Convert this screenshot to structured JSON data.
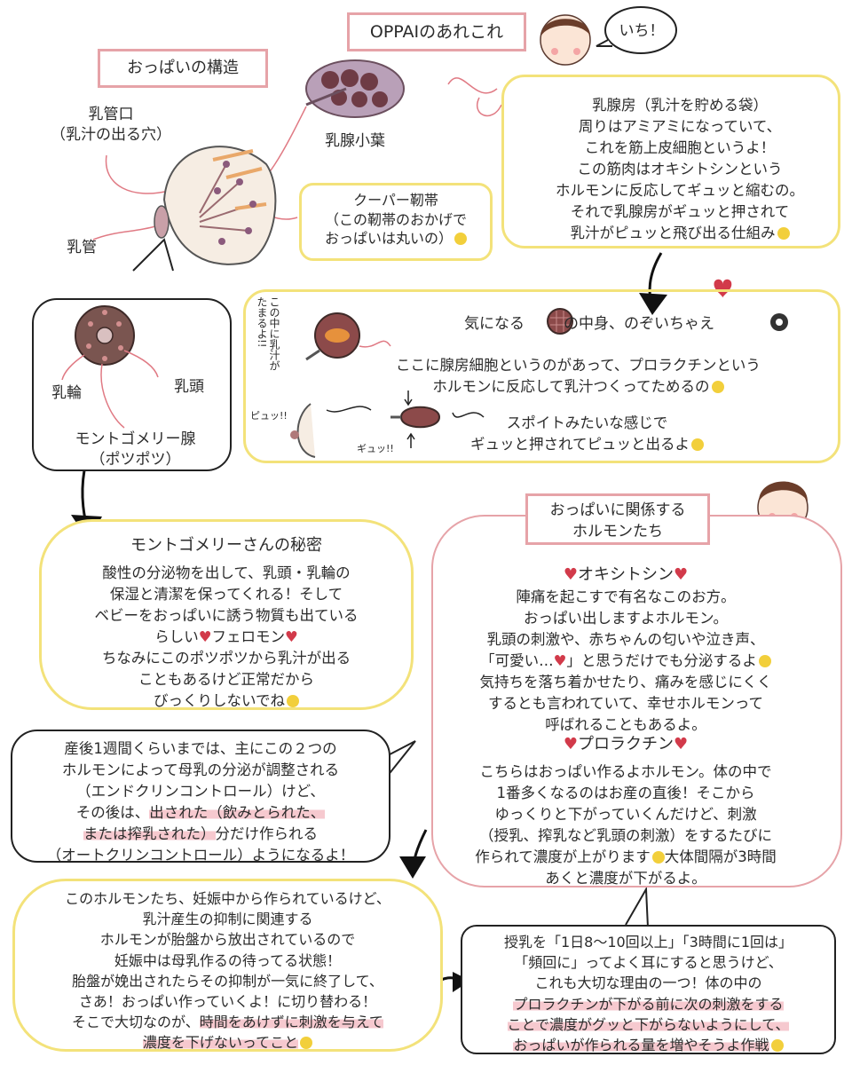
{
  "title": "OPPAIのあれこれ",
  "speech_ichi": "いち！",
  "structure": {
    "heading": "おっぱいの構造",
    "nyukankou": "乳管口",
    "nyukankou_sub": "（乳汁の出る穴）",
    "nyukan": "乳管",
    "nyusen_shoyou": "乳腺小葉",
    "cooper_title": "クーパー靭帯",
    "cooper_line1": "（この靭帯のおかげで",
    "cooper_line2": "おっぱいは丸いの",
    "nyurin": "乳輪",
    "nyutou": "乳頭",
    "montgomery_line1": "モントゴメリー腺",
    "montgomery_line2": "（ポツポツ）"
  },
  "nyusenbou": {
    "line1": "乳腺房（乳汁を貯める袋）",
    "line2": "周りはアミアミになっていて、",
    "line3": "これを筋上皮細胞というよ！",
    "line4": "この筋肉はオキシトシンという",
    "line5": "ホルモンに反応してギュッと縮むの。",
    "line6": "それで乳腺房がギュッと押されて",
    "line7": "乳汁がピュッと飛び出る仕組み"
  },
  "inside": {
    "vertical_text": [
      "この中に乳汁が",
      "たまるよ!!"
    ],
    "title_a": "気になる",
    "title_b": "の中身、のぞいちゃえ",
    "line1": "ここに腺房細胞というのがあって、プロラクチンという",
    "line2": "ホルモンに反応して乳汁つくってためるの",
    "line3": "スポイトみたいな感じで",
    "line4": "ギュッと押されてピュッと出るよ",
    "pyu": "ピュッ!!",
    "gyu": "ギュッ!!"
  },
  "montgomery_secret": {
    "title": "モントゴメリーさんの秘密",
    "line1": "酸性の分泌物を出して、乳頭・乳輪の",
    "line2": "保湿と清潔を保ってくれる！そして",
    "line3": "ベビーをおっぱいに誘う物質も出ている",
    "line4a": "らしい",
    "line4b": "フェロモン",
    "line5": "ちなみにこのポツポツから乳汁が出る",
    "line6": "こともあるけど正常だから",
    "line7": "びっくりしないでね"
  },
  "hormones": {
    "tag_line1": "おっぱいに関係する",
    "tag_line2": "ホルモンたち",
    "oxy_title": "オキシトシン",
    "oxy_lines": [
      "陣痛を起こすで有名なこのお方。",
      "おっぱい出しますよホルモン。",
      "乳頭の刺激や、赤ちゃんの匂いや泣き声、",
      "「可愛い…",
      "」と思うだけでも分泌するよ",
      "気持ちを落ち着かせたり、痛みを感じにくく",
      "するとも言われていて、幸せホルモンって",
      "呼ばれることもあるよ。"
    ],
    "pro_title": "プロラクチン",
    "pro_lines": [
      "こちらはおっぱい作るよホルモン。体の中で",
      "1番多くなるのはお産の直後！そこから",
      "ゆっくりと下がっていくんだけど、刺激",
      "（授乳、搾乳など乳頭の刺激）をするたびに",
      "作られて濃度が上がります",
      "大体間隔が3時間",
      "あくと濃度が下がるよ。"
    ]
  },
  "postpartum": {
    "line1": "産後1週間くらいまでは、主にこの２つの",
    "line2": "ホルモンによって母乳の分泌が調整される",
    "line3": "（エンドクリンコントロール）けど、",
    "line4a": "その後は、",
    "line4b": "出された（飲みとられた、",
    "line5a": "または搾乳された）",
    "line5b": "分だけ作られる",
    "line6": "（オートクリンコントロール）ようになるよ！"
  },
  "pregnancy": {
    "line1": "このホルモンたち、妊娠中から作られているけど、",
    "line2": "乳汁産生の抑制に関連する",
    "line3": "ホルモンが胎盤から放出されているので",
    "line4": "妊娠中は母乳作るの待ってる状態！",
    "line5": "胎盤が娩出されたらその抑制が一気に終了して、",
    "line6": "さあ！おっぱい作っていくよ！に切り替わる！",
    "line7a": "そこで大切なのが、",
    "line7b": "時間をあけずに刺激を与えて",
    "line8": "濃度を下げないってこと"
  },
  "feeding": {
    "line1": "授乳を「1日8〜10回以上」「3時間に1回は」",
    "line2": "「頻回に」ってよく耳にすると思うけど、",
    "line3": "これも大切な理由の一つ！体の中の",
    "line4": "プロラクチンが下がる前に次の刺激をする",
    "line5": "ことで濃度がグッと下がらないようにして、",
    "line6": "おっぱいが作られる量を増やそうよ作戦"
  },
  "colors": {
    "yellow_border": "#f3e27a",
    "pink_border": "#e6a3a8",
    "accent_red": "#d23a4a",
    "highlight": "#f6c9cf"
  }
}
